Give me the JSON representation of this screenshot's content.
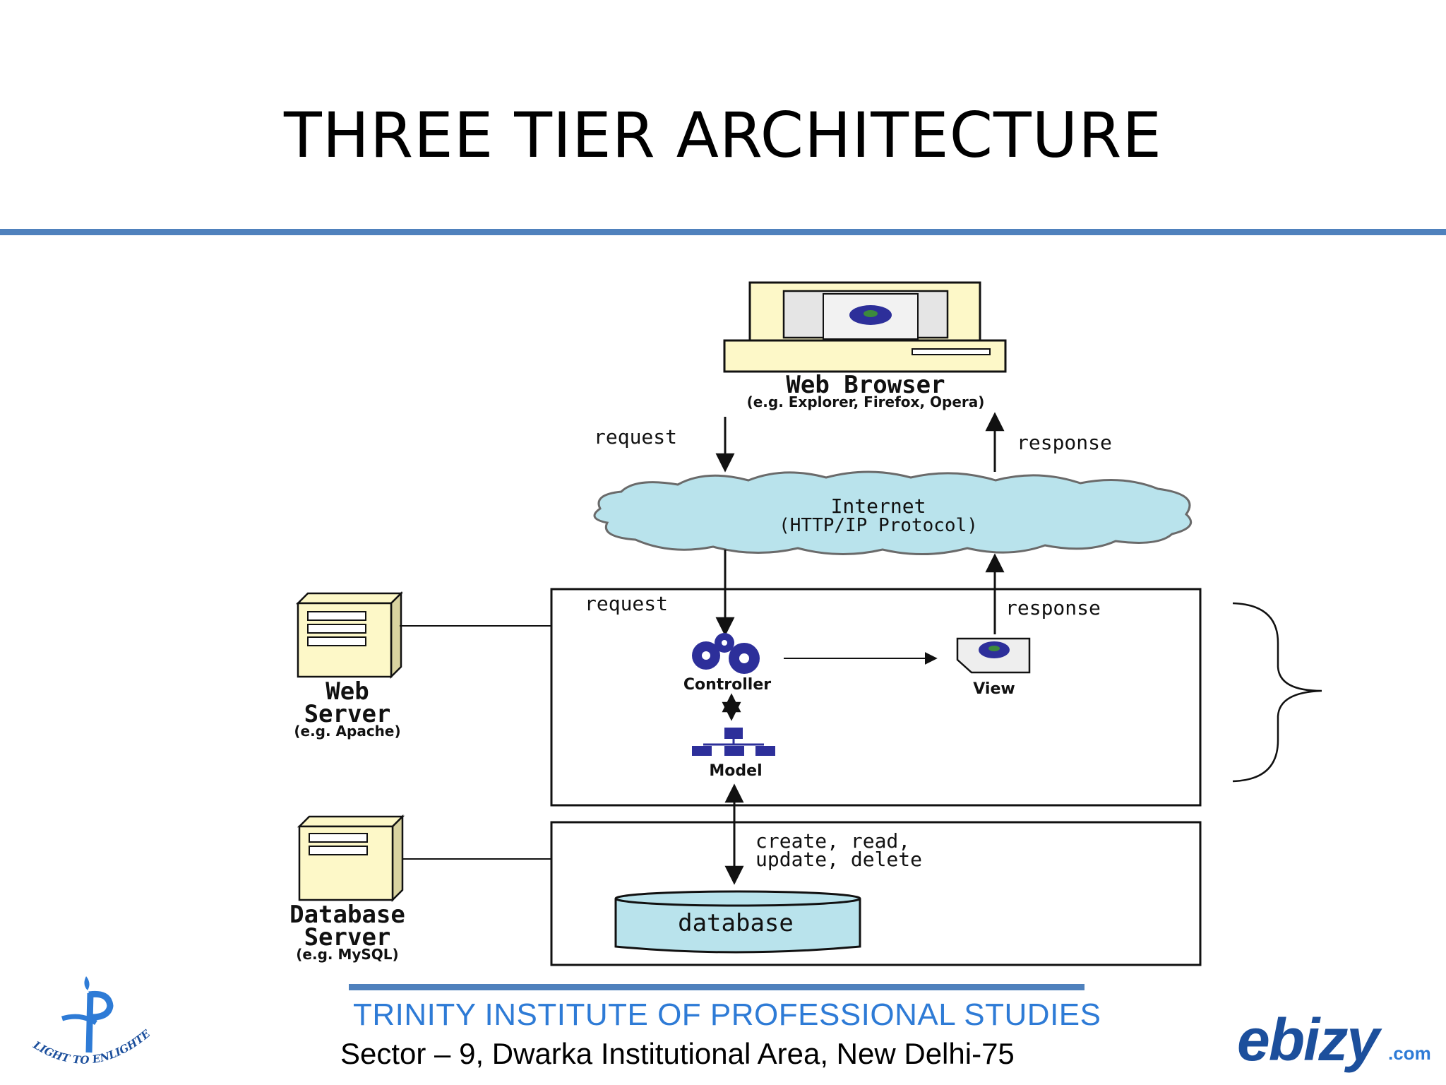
{
  "slide": {
    "title": "THREE TIER ARCHITECTURE"
  },
  "diagram": {
    "client": {
      "name": "Web Browser",
      "examples": "(e.g. Explorer, Firefox, Opera)"
    },
    "internet": {
      "name": "Internet",
      "protocol": "(HTTP/IP Protocol)"
    },
    "arrows": {
      "request_top": "request",
      "response_top": "response",
      "request_mid": "request",
      "response_mid": "response"
    },
    "web_server": {
      "name_line1": "Web",
      "name_line2": "Server",
      "example": "(e.g. Apache)"
    },
    "app": {
      "controller": "Controller",
      "view": "View",
      "model": "Model"
    },
    "crud": {
      "line1": "create, read,",
      "line2": "update, delete"
    },
    "database": {
      "label": "database"
    },
    "db_server": {
      "name_line1": "Database",
      "name_line2": "Server",
      "example": "(e.g. MySQL)"
    },
    "colors": {
      "accent": "#4f81bd",
      "cloud": "#b9e3ec",
      "server": "#fdf8c8",
      "icon_blue": "#2d2f9a",
      "footer_blue": "#2e7bd6"
    }
  },
  "footer": {
    "organization": "TRINITY INSTITUTE OF PROFESSIONAL STUDIES",
    "address": "Sector – 9, Dwarka Institutional Area, New Delhi-75",
    "left_logo_caption": "LIGHT TO ENLIGHTEN",
    "right_logo_text": "ebizy",
    "right_logo_suffix": ".com"
  }
}
